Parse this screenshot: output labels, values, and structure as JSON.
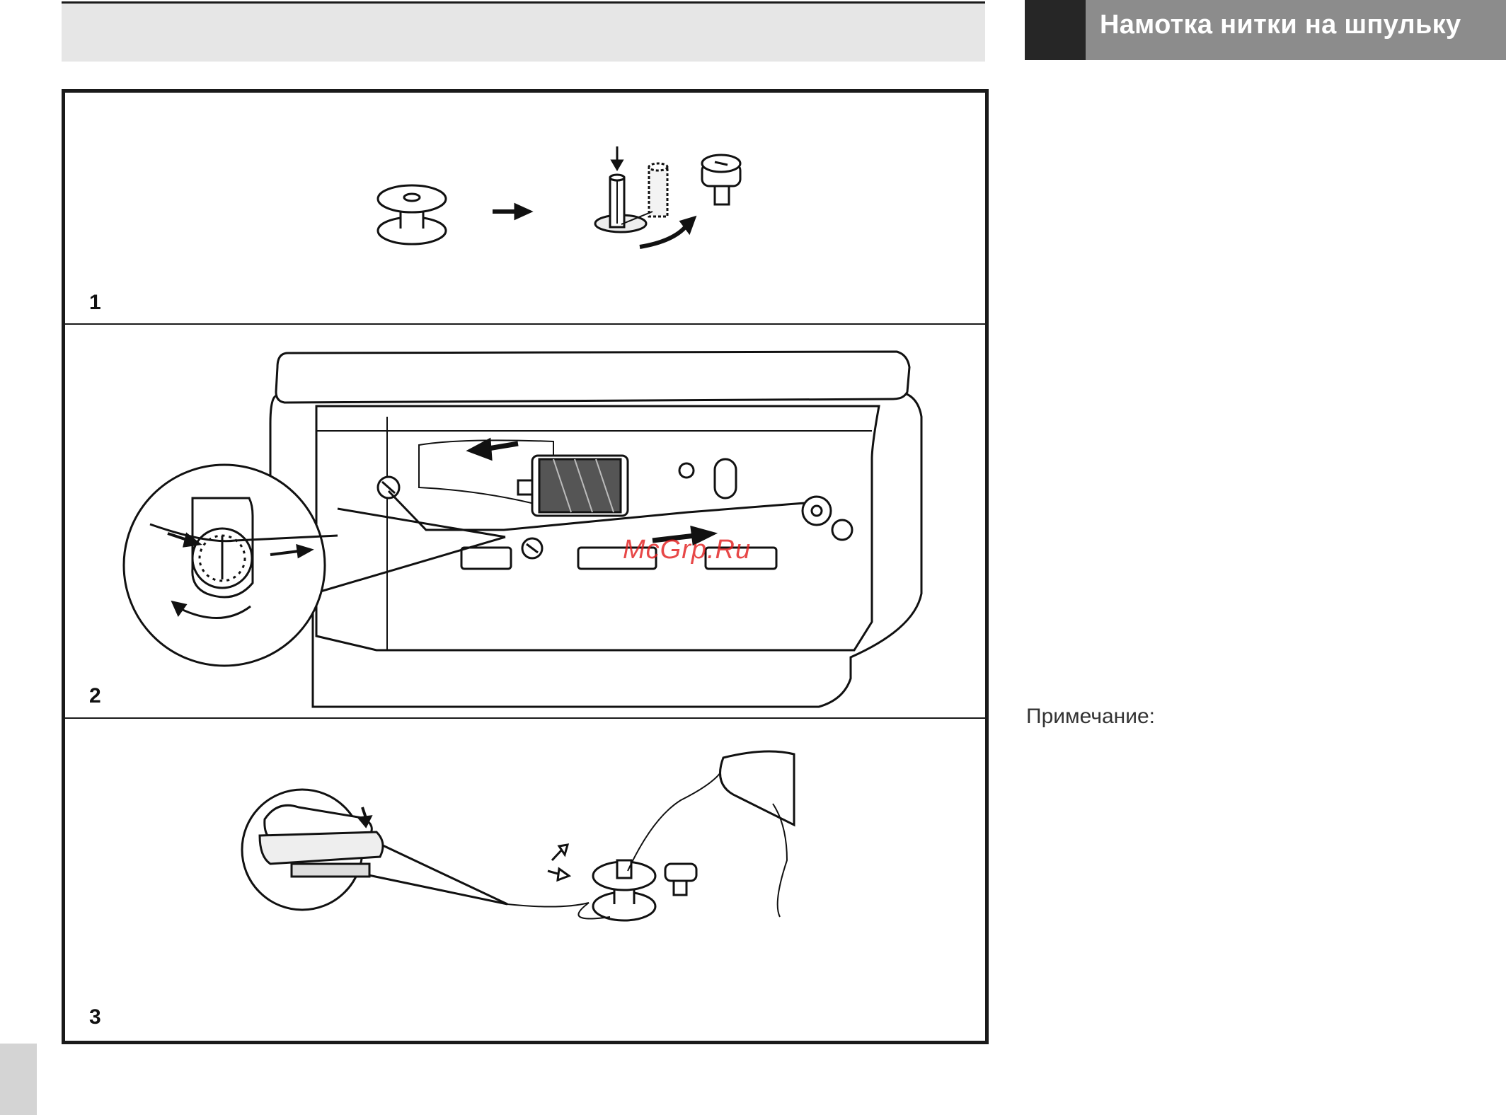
{
  "header": {
    "title": "Намотка нитки на шпульку"
  },
  "figure": {
    "panels": [
      {
        "number": "1"
      },
      {
        "number": "2"
      },
      {
        "number": "3"
      }
    ]
  },
  "watermark": "McGrp.Ru",
  "side_note": {
    "label": "Примечание:"
  }
}
